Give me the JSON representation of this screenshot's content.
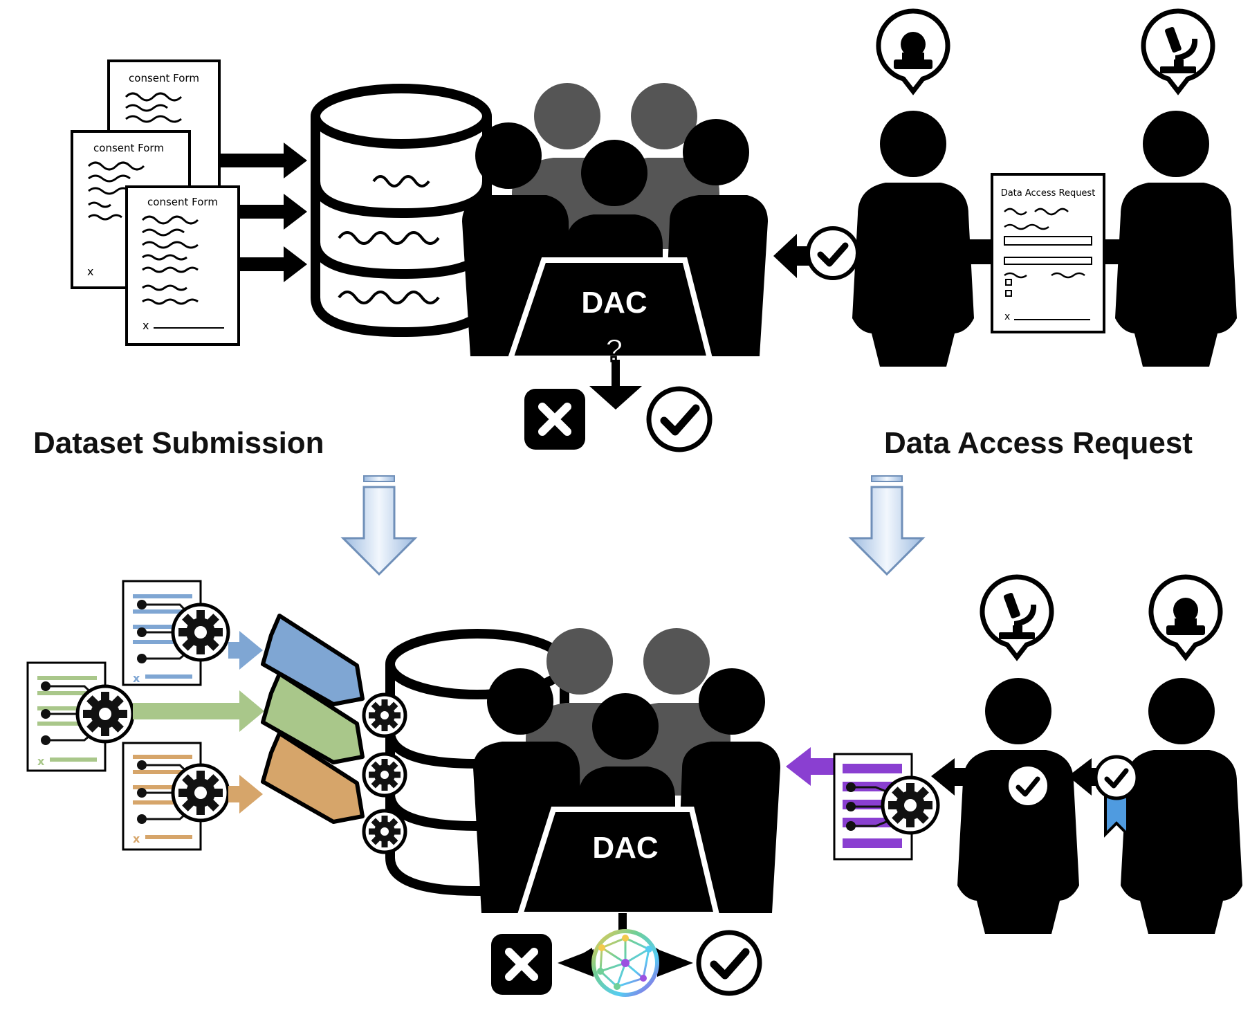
{
  "labels": {
    "dataset_submission": "Dataset Submission",
    "data_access_request": "Data Access Request"
  },
  "top": {
    "consent_form_title": "consent Form",
    "dac_label": "DAC",
    "decision_mark": "?",
    "data_access_request_form_title": "Data Access Request"
  },
  "bottom": {
    "dac_label": "DAC"
  },
  "colors": {
    "ink": "#000000",
    "committee_back": "#555555",
    "down_arrow_light": "#eaf2fb",
    "down_arrow_dark": "#8fb1d8",
    "tag_blue": "#7fa6d3",
    "tag_green": "#a9c78a",
    "tag_orange": "#d6a56a",
    "purple": "#8a3fd1",
    "ribbon_blue": "#4f9be0",
    "network_palette": [
      "#f2c94c",
      "#6fcf97",
      "#56ccf2",
      "#9b51e0",
      "#eb5757"
    ]
  },
  "icons": [
    "stamp-icon",
    "microscope-icon",
    "gear-icon",
    "check-icon",
    "cross-icon",
    "database-icon",
    "network-globe-icon",
    "award-ribbon-icon"
  ]
}
